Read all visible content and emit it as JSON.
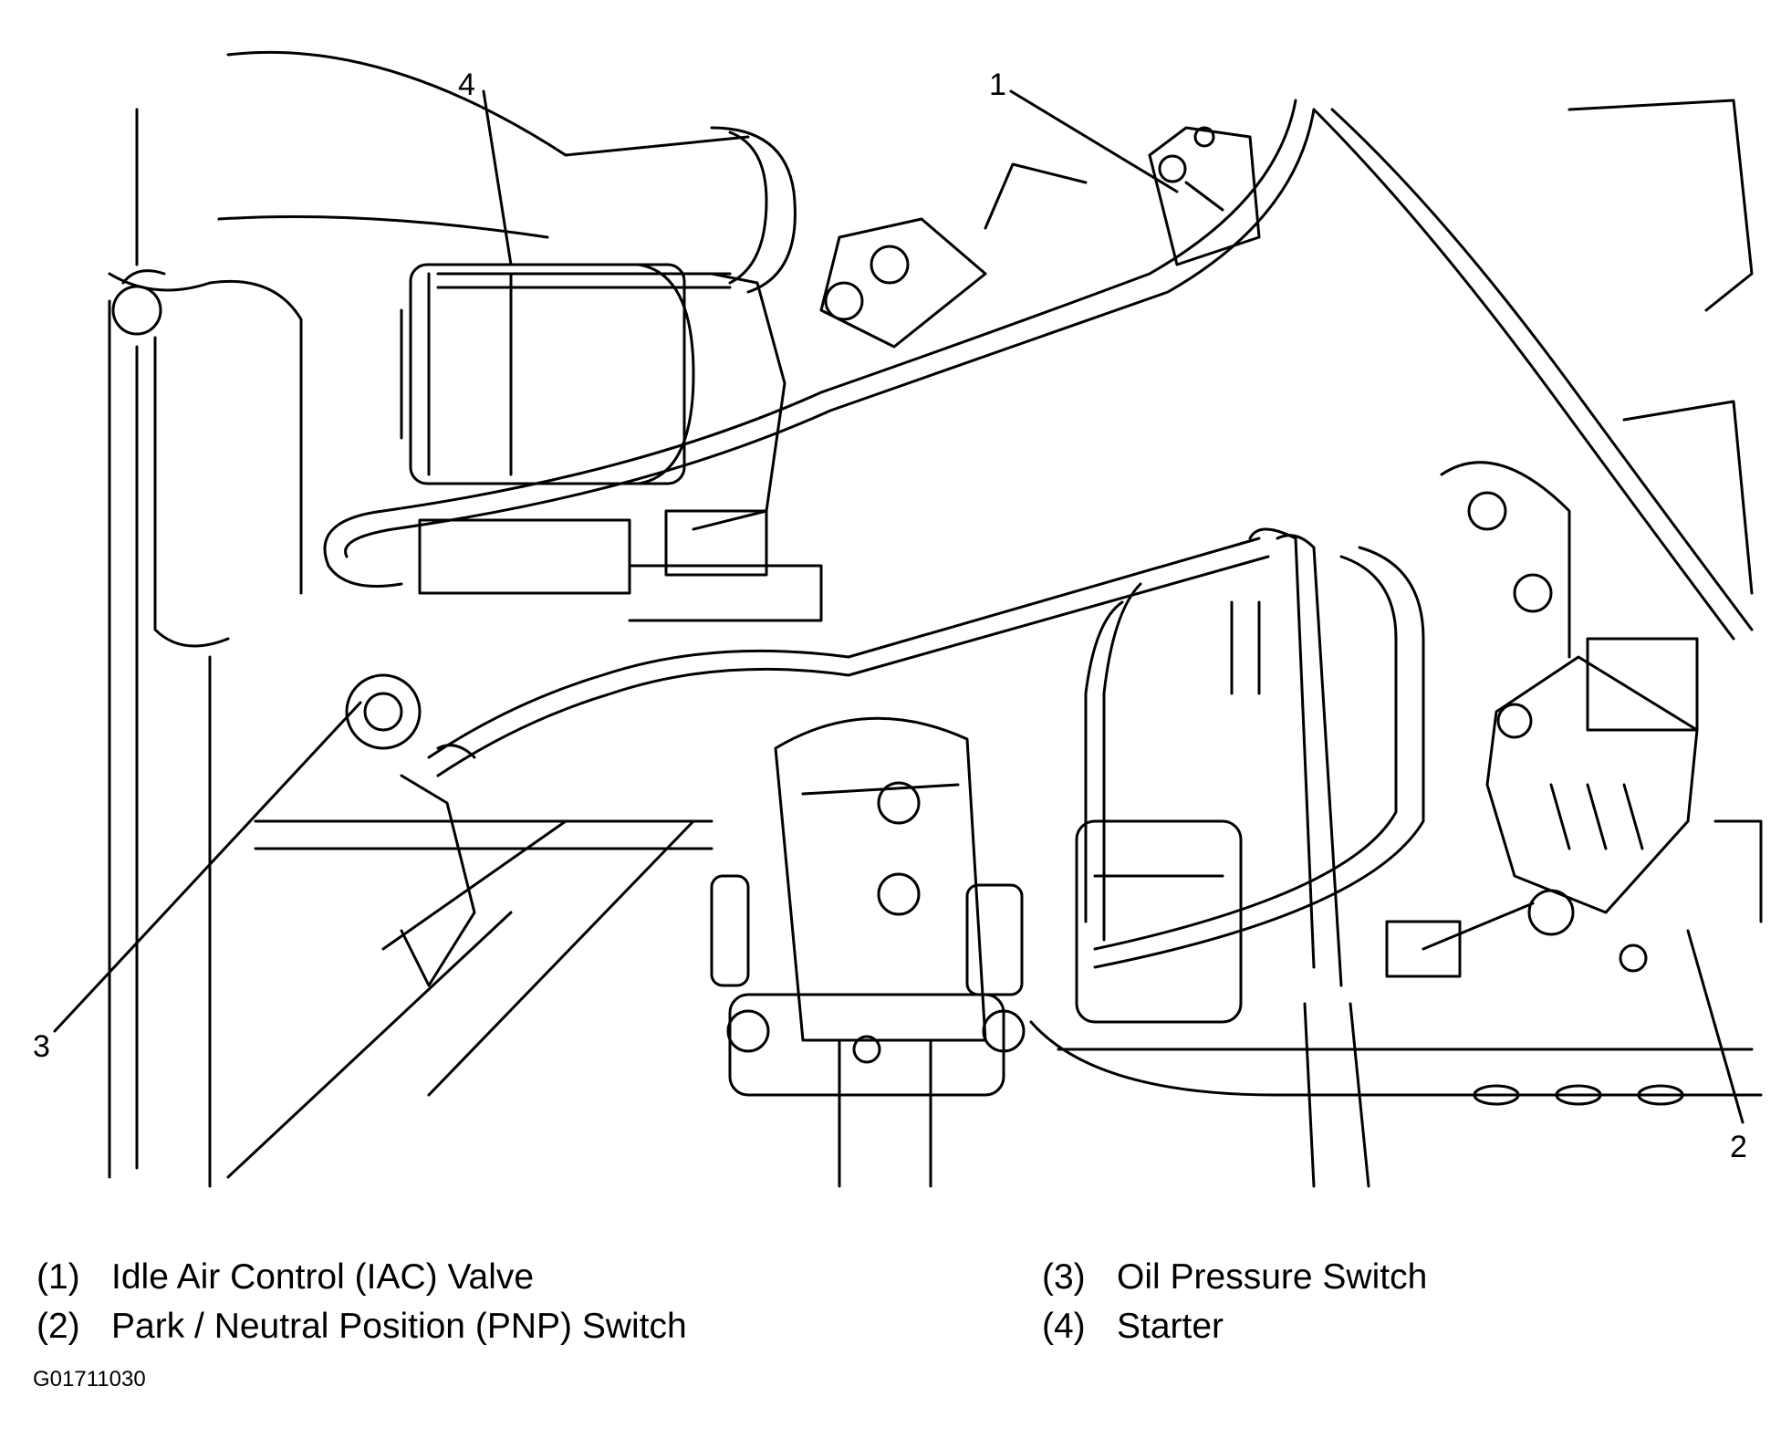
{
  "callouts": {
    "c1": "1",
    "c2": "2",
    "c3": "3",
    "c4": "4"
  },
  "legend": [
    {
      "num": "(1)",
      "text": "Idle Air Control (IAC) Valve"
    },
    {
      "num": "(2)",
      "text": "Park / Neutral Position (PNP) Switch"
    },
    {
      "num": "(3)",
      "text": "Oil Pressure Switch"
    },
    {
      "num": "(4)",
      "text": "Starter"
    }
  ],
  "figure_id": "G01711030"
}
